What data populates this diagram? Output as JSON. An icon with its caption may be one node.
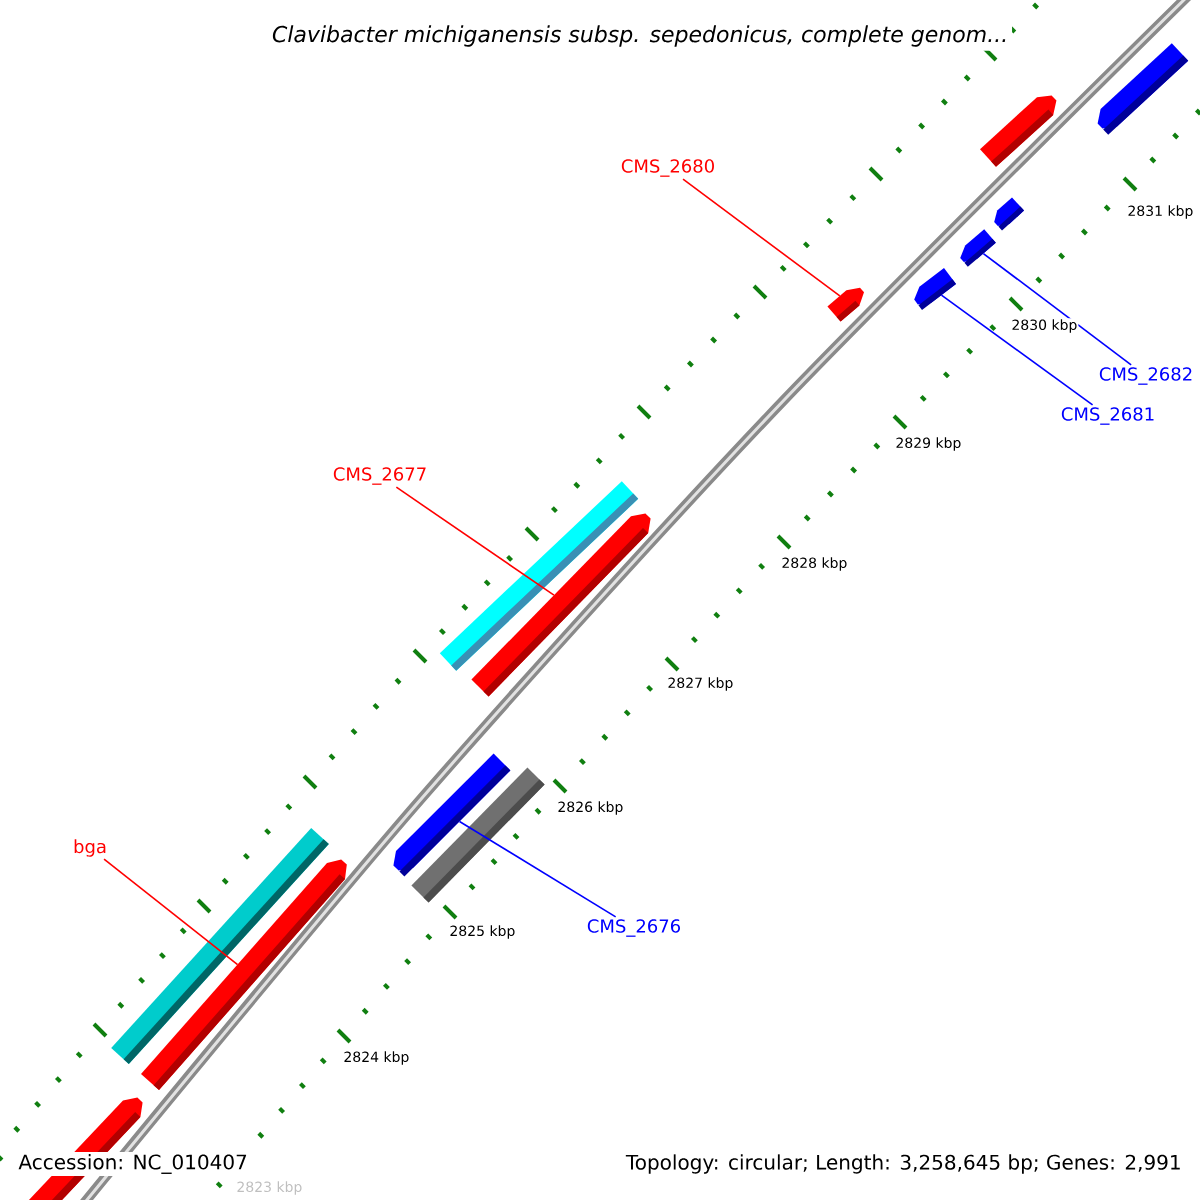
{
  "diagram": {
    "title": "Clavibacter michiganensis subsp. sepedonicus, complete genom...",
    "nodes": [
      {
        "text": [
          "CMS_2680"
        ]
      },
      {
        "text": [
          "CMS_2682"
        ]
      },
      {
        "text": [
          "CMS_2681"
        ]
      },
      {
        "text": [
          "CMS_2677"
        ]
      },
      {
        "text": [
          "bga"
        ]
      },
      {
        "text": [
          "CMS_2676"
        ]
      },
      {
        "text": [],
        "shape": "bar"
      },
      {
        "text": [],
        "shape": "bar"
      },
      {
        "text": [],
        "shape": "bar"
      },
      {
        "text": [],
        "shape": "bar"
      },
      {
        "text": [],
        "shape": "bar"
      },
      {
        "text": [],
        "shape": "bar"
      }
    ],
    "edges": [
      {
        "from": 0,
        "to": 8,
        "arrow": "none",
        "color": "#ff0000"
      },
      {
        "from": 1,
        "to": 6,
        "arrow": "none",
        "color": "#0000ff"
      },
      {
        "from": 2,
        "to": 7,
        "arrow": "none",
        "color": "#0000ff"
      },
      {
        "from": 3,
        "to": 9,
        "arrow": "none",
        "color": "#ff0000"
      },
      {
        "from": 4,
        "to": 11,
        "arrow": "none",
        "color": "#ff0000"
      },
      {
        "from": 5,
        "to": 10,
        "arrow": "none",
        "color": "#0000ff"
      }
    ],
    "labels": [
      "2831 kbp",
      "2830 kbp",
      "2829 kbp",
      "2828 kbp",
      "2827 kbp",
      "2826 kbp",
      "2825 kbp",
      "2824 kbp",
      "Accession: NC_010407",
      "Topology: circular; Length: 3,258,645 bp; Genes: 2,991",
      "2823 kbp"
    ]
  }
}
